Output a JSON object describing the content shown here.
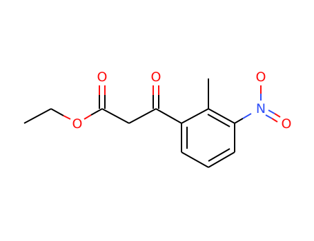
{
  "molecule": {
    "atoms": {
      "o_ester_carbonyl": {
        "symbol": "O",
        "color": "#ff0d0d"
      },
      "o_ester_single": {
        "symbol": "O",
        "color": "#ff0d0d"
      },
      "o_ketone": {
        "symbol": "O",
        "color": "#ff0d0d"
      },
      "n_nitro": {
        "symbol": "N",
        "color": "#3050f8"
      },
      "o_nitro_top": {
        "symbol": "O",
        "color": "#ff0d0d"
      },
      "o_nitro_right": {
        "symbol": "O",
        "color": "#ff0d0d"
      }
    },
    "colors": {
      "carbon_bond": "#000000",
      "oxygen": "#ff0d0d",
      "nitrogen": "#3050f8",
      "background": "#ffffff"
    }
  }
}
